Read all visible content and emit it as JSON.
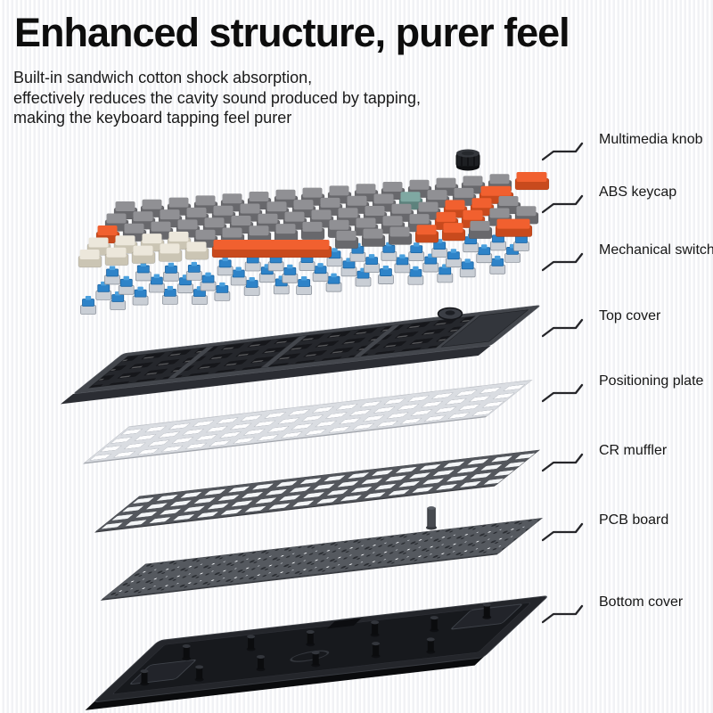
{
  "header": {
    "title": "Enhanced structure, purer feel",
    "subtitle_lines": [
      "Built-in sandwich cotton shock absorption,",
      "effectively reduces the cavity sound produced by tapping,",
      "making the keyboard tapping feel purer"
    ]
  },
  "callouts": [
    {
      "label": "Multimedia knob",
      "icon": "leader-line-icon"
    },
    {
      "label": "ABS keycap",
      "icon": "leader-line-icon"
    },
    {
      "label": "Mechanical switch",
      "icon": "leader-line-icon"
    },
    {
      "label": "Top cover",
      "icon": "leader-line-icon"
    },
    {
      "label": "Positioning plate",
      "icon": "leader-line-icon"
    },
    {
      "label": "CR muffler",
      "icon": "leader-line-icon"
    },
    {
      "label": "PCB board",
      "icon": "leader-line-icon"
    },
    {
      "label": "Bottom cover",
      "icon": "leader-line-icon"
    }
  ],
  "colors": {
    "background": "#ffffff",
    "stripe": "#f1f2f5",
    "text_dark": "#141414",
    "leader_line": "#26262a",
    "accent_orange": "#f1602f",
    "keycap_gray": "#909094",
    "keycap_cream": "#ece7db",
    "keycap_teal": "#7fa8a2",
    "knob_black": "#1d1f22",
    "switch_blue": "#2e83c8",
    "switch_base_silver": "#c9ced5",
    "top_cover_dark": "#43464c",
    "positioning_plate_silver": "#dadde2",
    "cr_muffler_gray": "#54575d",
    "pcb_gray": "#55595f",
    "bottom_cover_black": "#24262b"
  }
}
